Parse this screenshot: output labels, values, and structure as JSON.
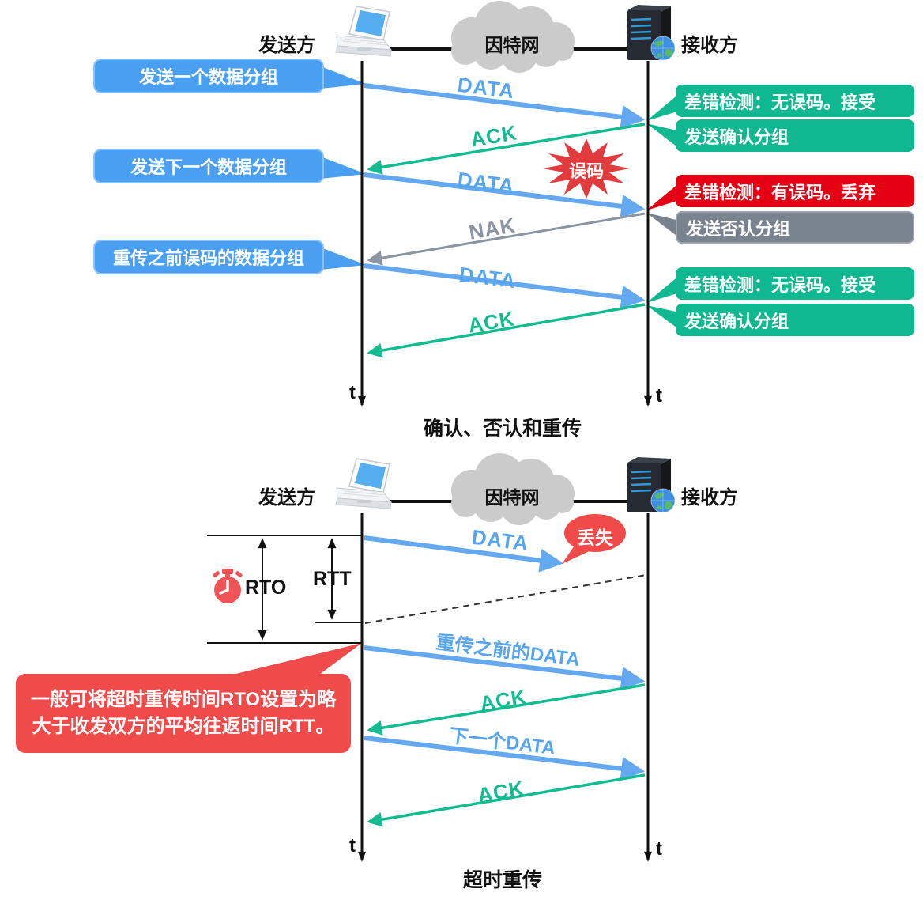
{
  "top_diagram": {
    "title": "确认、否认和重传",
    "sender": "发送方",
    "internet": "因特网",
    "receiver": "接收方",
    "time_left": "t",
    "time_right": "t",
    "sender_notes": [
      "发送一个数据分组",
      "发送下一个数据分组",
      "重传之前误码的数据分组"
    ],
    "receiver_notes": [
      "差错检测：无误码。接受",
      "发送确认分组",
      "差错检测：有误码。丢弃",
      "发送否认分组",
      "差错检测：无误码。接受",
      "发送确认分组"
    ],
    "messages": {
      "data1": "DATA",
      "ack1": "ACK",
      "data2": "DATA",
      "nak": "NAK",
      "data3": "DATA",
      "ack2": "ACK"
    },
    "error_burst": "误码"
  },
  "bottom_diagram": {
    "title": "超时重传",
    "sender": "发送方",
    "internet": "因特网",
    "receiver": "接收方",
    "time_left": "t",
    "time_right": "t",
    "lost": "丢失",
    "rto": "RTO",
    "rtt": "RTT",
    "messages": {
      "data1": "DATA",
      "data2": "重传之前的DATA",
      "ack1": "ACK",
      "data3": "下一个DATA",
      "ack2": "ACK"
    },
    "callout_line1": "一般可将超时重传时间RTO设置为略",
    "callout_line2": "大于收发双方的平均往返时间RTT。"
  },
  "colors": {
    "blue_bubble": "#4B9FF0",
    "blue_arrow": "#64A9F0",
    "green": "#0FB890",
    "red": "#E60013",
    "coral": "#EF4B4B",
    "gray_bubble": "#79828F",
    "gray_arrow": "#8A94A2",
    "cloud_gray": "#CBCBCB"
  }
}
